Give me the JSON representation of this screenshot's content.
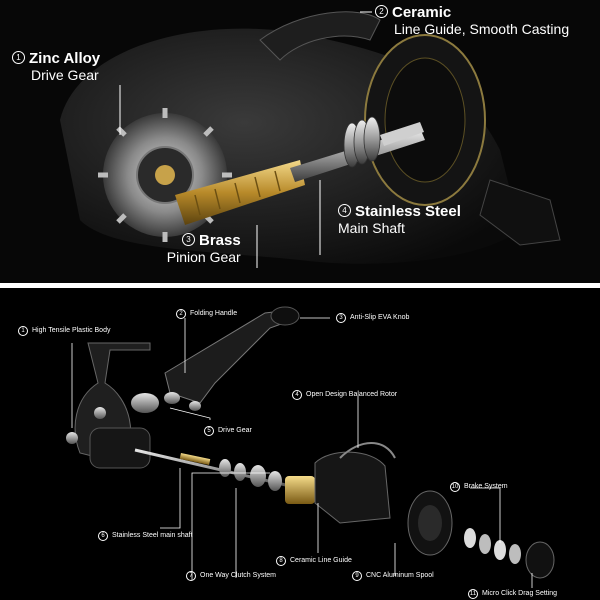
{
  "colors": {
    "gold": "#c7a24a",
    "silver": "#b8b8b8",
    "dark": "#1a1a1a",
    "accent": "#3a3a3a"
  },
  "top_panel": {
    "labels": [
      {
        "number": "1",
        "title": "Zinc Alloy",
        "subtitle": "Drive Gear"
      },
      {
        "number": "2",
        "title": "Ceramic",
        "subtitle": "Line Guide, Smooth Casting"
      },
      {
        "number": "3",
        "title": "Brass",
        "subtitle": "Pinion Gear"
      },
      {
        "number": "4",
        "title": "Stainless Steel",
        "subtitle": "Main Shaft"
      }
    ]
  },
  "bottom_panel": {
    "labels": [
      {
        "number": "1",
        "text": "High Tensile Plastic Body"
      },
      {
        "number": "2",
        "text": "Folding Handle"
      },
      {
        "number": "3",
        "text": "Anti-Slip EVA Knob"
      },
      {
        "number": "4",
        "text": "Open Design Balanced Rotor"
      },
      {
        "number": "5",
        "text": "Drive Gear"
      },
      {
        "number": "6",
        "text": "Stainless Steel main shaft"
      },
      {
        "number": "7",
        "text": "One Way Clutch System"
      },
      {
        "number": "8",
        "text": "Ceramic Line Guide"
      },
      {
        "number": "9",
        "text": "CNC Aluminum Spool"
      },
      {
        "number": "10",
        "text": "Brake System"
      },
      {
        "number": "11",
        "text": "Micro Click Drag Setting"
      }
    ]
  }
}
